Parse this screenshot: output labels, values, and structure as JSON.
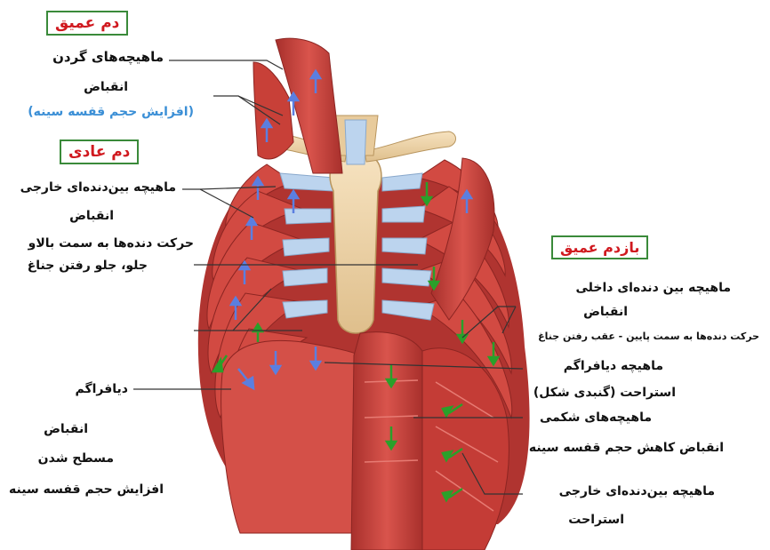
{
  "colors": {
    "muscle": "#c8423c",
    "muscle_dark": "#9a2a28",
    "muscle_light": "#e0706a",
    "bone": "#efd3a8",
    "cartilage": "#b9d2ec",
    "box_border": "#3a8a3a",
    "heading_red": "#d0191f",
    "note_blue": "#3b8fd6",
    "arrow_blue": "#5b7fe0",
    "arrow_green": "#2aa02a"
  },
  "deep_inhale": {
    "title": "دم عمیق",
    "muscle": "ماهیچه‌های گردن",
    "action": "انقباض",
    "note": "(افزایش حجم قفسه سینه)"
  },
  "normal_inhale": {
    "title": "دم عادی",
    "muscle": "ماهیچه بین‌دنده‌ای خارجی",
    "action": "انقباض",
    "effect_line1": "حرکت دنده‌ها به سمت بالاو",
    "effect_line2": "جلو، جلو رفتن جناغ"
  },
  "diaphragm_left": {
    "name": "دیافراگم",
    "action": "انقباض",
    "state": "مسطح شدن",
    "effect": "افزایش حجم قفسه سینه"
  },
  "deep_exhale": {
    "title": "بازدم عمیق",
    "internal_muscle": "ماهیچه بین دنده‌ای داخلی",
    "internal_action": "انقباض",
    "internal_effect": "حرکت دنده‌ها به سمت پایین - عقب رفتن جناغ",
    "diaphragm": "ماهیچه دیافراگم",
    "diaphragm_state": "استراحت (گنبدی شکل)",
    "abdominal": "ماهیچه‌های شکمی",
    "abdominal_effect": "انقباض کاهش حجم قفسه سینه",
    "external_muscle": "ماهیچه بین‌دنده‌ای خارجی",
    "external_state": "استراحت"
  }
}
